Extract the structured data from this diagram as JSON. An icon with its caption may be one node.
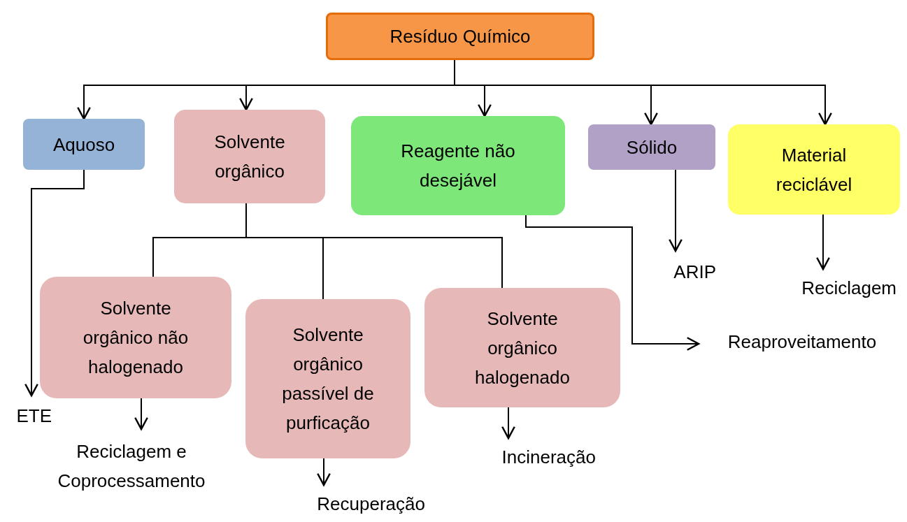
{
  "diagram": {
    "nodes": [
      {
        "text": [
          "Resíduo Químico"
        ]
      },
      {
        "text": [
          "Aquoso"
        ]
      },
      {
        "text": [
          "Solvente orgânico"
        ]
      },
      {
        "text": [
          "Reagente não desejável"
        ]
      },
      {
        "text": [
          "Sólido"
        ]
      },
      {
        "text": [
          "Material reciclável"
        ]
      },
      {
        "text": [
          "Solvente orgânico não halogenado"
        ]
      },
      {
        "text": [
          "Solvente orgânico passível de purficação"
        ]
      },
      {
        "text": [
          "Solvente orgânico halogenado"
        ]
      },
      {
        "text": [
          "ETE"
        ]
      },
      {
        "text": [
          "Reciclagem e Coprocessamento"
        ]
      },
      {
        "text": [
          "Recuperação"
        ]
      },
      {
        "text": [
          "Incineração"
        ]
      },
      {
        "text": [
          "Reaproveitamento"
        ]
      },
      {
        "text": [
          "ARIP"
        ]
      },
      {
        "text": [
          "Reciclagem"
        ]
      }
    ],
    "edges": [
      {
        "from": 0,
        "to": 1,
        "arrow": "to"
      },
      {
        "from": 0,
        "to": 2,
        "arrow": "to"
      },
      {
        "from": 0,
        "to": 3,
        "arrow": "to"
      },
      {
        "from": 0,
        "to": 4,
        "arrow": "to"
      },
      {
        "from": 0,
        "to": 5,
        "arrow": "to"
      },
      {
        "from": 2,
        "to": 6,
        "arrow": "none"
      },
      {
        "from": 2,
        "to": 7,
        "arrow": "none"
      },
      {
        "from": 2,
        "to": 8,
        "arrow": "none"
      },
      {
        "from": 1,
        "to": 9,
        "arrow": "to"
      },
      {
        "from": 3,
        "to": 13,
        "arrow": "to"
      },
      {
        "from": 4,
        "to": 14,
        "arrow": "to"
      },
      {
        "from": 5,
        "to": 15,
        "arrow": "to"
      },
      {
        "from": 6,
        "to": 10,
        "arrow": "to"
      },
      {
        "from": 7,
        "to": 11,
        "arrow": "to"
      },
      {
        "from": 8,
        "to": 12,
        "arrow": "to"
      }
    ]
  }
}
